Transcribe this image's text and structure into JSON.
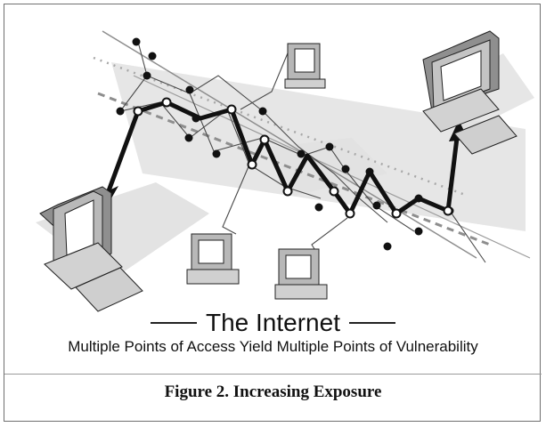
{
  "diagram": {
    "title": "The Internet",
    "subtitle": "Multiple Points of Access Yield Multiple Points of Vulnerability"
  },
  "caption": {
    "text": "Figure 2.  Increasing Exposure"
  },
  "icons": {
    "computer": "computer-icon",
    "arrow": "arrow-icon",
    "node": "network-node-icon"
  },
  "colors": {
    "background": "#ffffff",
    "shadow": "#d9d9d9",
    "ink": "#111111",
    "dashed_band": "#8e8e8e"
  }
}
